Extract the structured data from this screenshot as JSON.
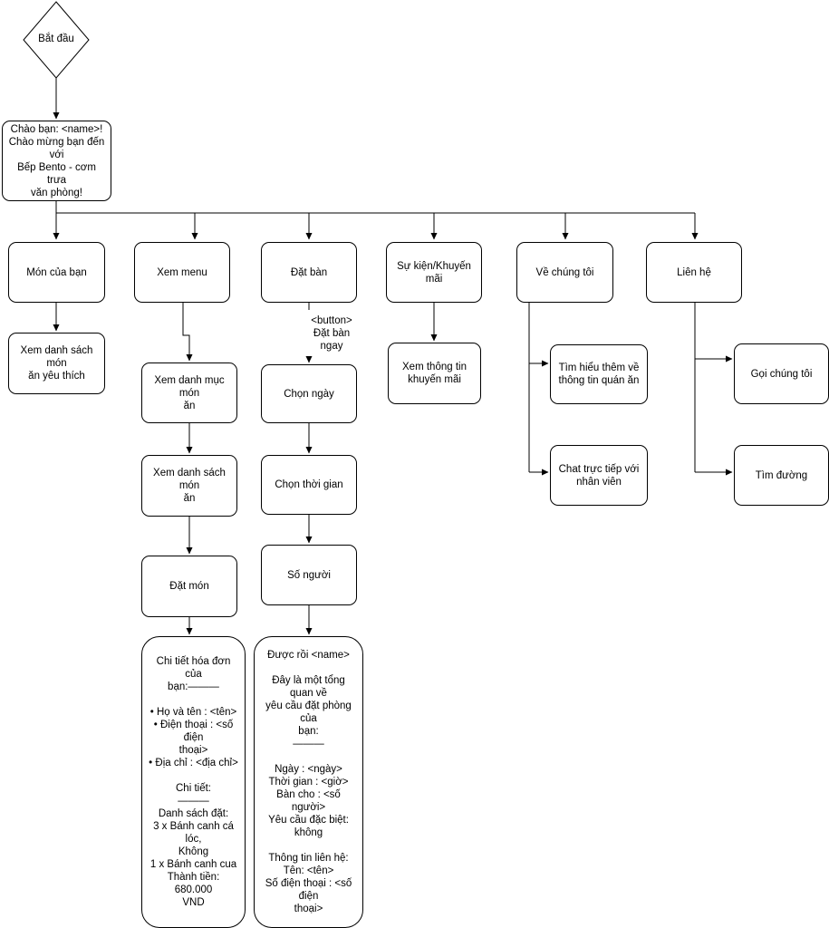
{
  "start": "Bắt đầu",
  "greeting": "Chào bạn: <name>!\nChào mừng bạn đến với\nBếp Bento - cơm trưa\nvăn phòng!",
  "menu": {
    "mon_cua_ban": "Món của bạn",
    "xem_menu": "Xem menu",
    "dat_ban": "Đặt bàn",
    "su_kien": "Sự kiện/Khuyến mãi",
    "ve_chung_toi": "Về chúng tôi",
    "lien_he": "Liên hệ"
  },
  "mon_cua_ban_branch": {
    "favorites": "Xem danh sách món\năn yêu thích"
  },
  "xem_menu_branch": {
    "categories": "Xem danh mục món\năn",
    "dish_list": "Xem danh sách món\năn",
    "order": "Đặt món",
    "invoice": "Chi tiết hóa đơn của\nbạn:———\n\n• Họ và tên : <tên>\n• Điện thoại : <số điện\nthoại>\n• Địa chỉ : <địa chỉ>\n\nChi tiết:\n———\nDanh sách đặt:\n3 x Bánh canh cá lóc,\nKhông\n1 x Bánh canh cua\nThành tiền: 680.000\nVND"
  },
  "dat_ban_branch": {
    "button_label": "<button>\nĐặt bàn\nngay",
    "choose_date": "Chọn ngày",
    "choose_time": "Chọn thời gian",
    "num_people": "Số người",
    "summary": "Được rồi <name>\n\nĐây là một tổng quan về\nyêu cầu đặt phòng của\nbạn:\n———\n\nNgày : <ngày>\nThời gian : <giờ>\nBàn cho : <số người>\nYêu cầu đặc biệt: không\n\nThông tin liên hệ:\nTên: <tên>\nSố điện thoại : <số điện\nthoại>"
  },
  "su_kien_branch": {
    "promo_info": "Xem thông tin\nkhuyến mãi"
  },
  "ve_chung_toi_branch": {
    "learn_more": "Tìm hiểu thêm về\nthông tin quán ăn",
    "chat": "Chat trực tiếp với\nnhân viên"
  },
  "lien_he_branch": {
    "call": "Gọi chúng tôi",
    "directions": "Tìm đường"
  }
}
